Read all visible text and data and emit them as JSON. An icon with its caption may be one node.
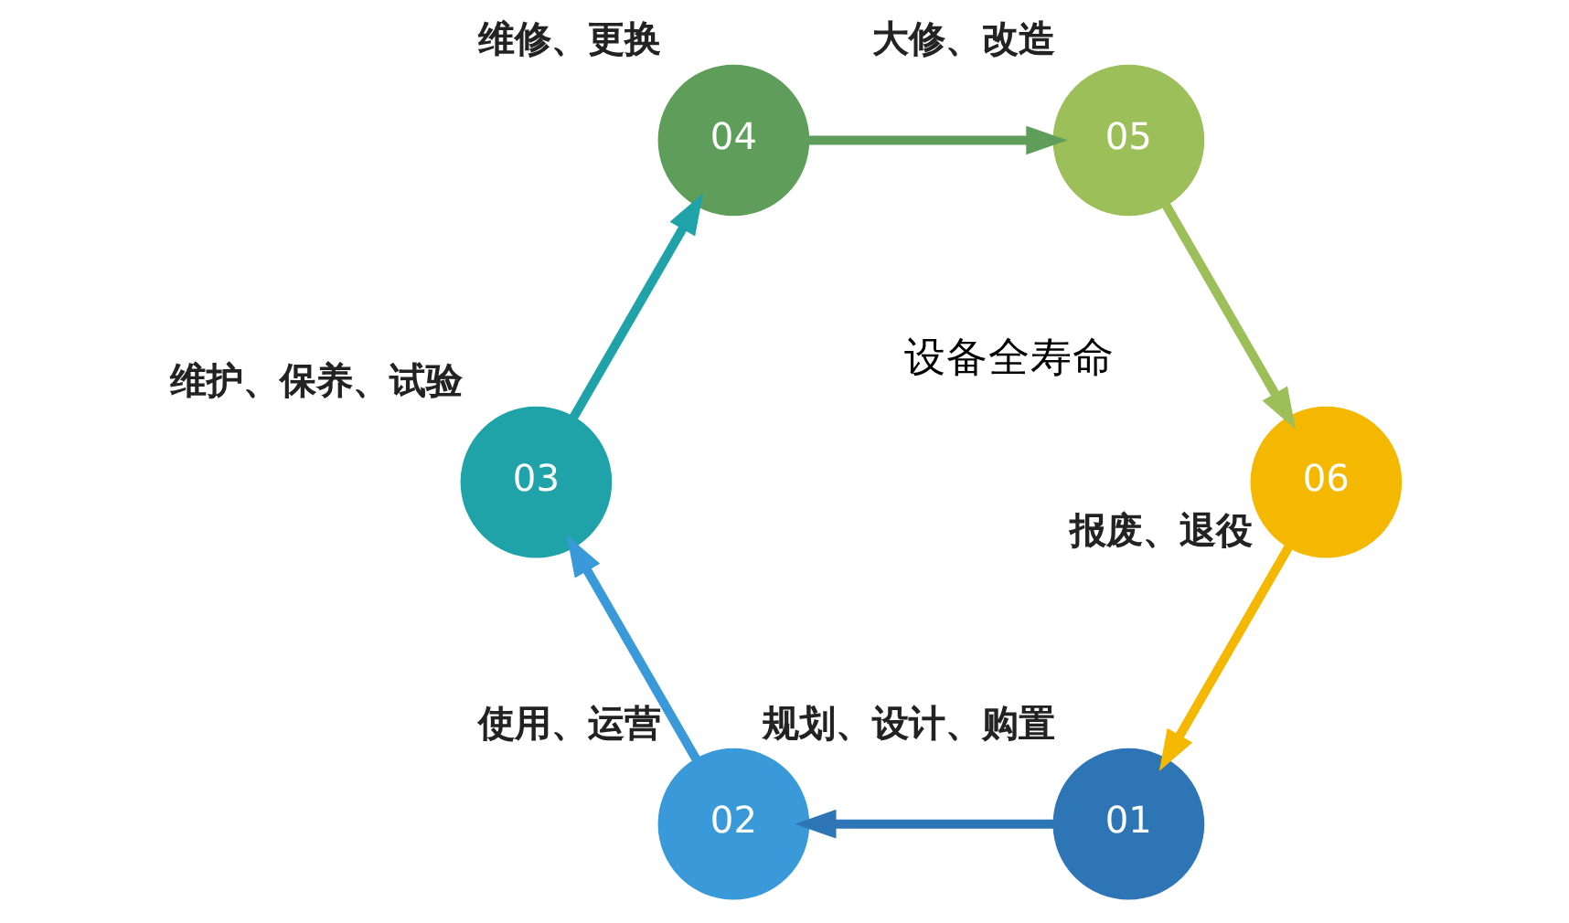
{
  "diagram": {
    "nodes": [
      {
        "text": [
          "01"
        ],
        "beside": [
          "规划、设计、购置"
        ]
      },
      {
        "text": [
          "02"
        ],
        "beside": [
          "使用、运营"
        ]
      },
      {
        "text": [
          "03"
        ],
        "beside": [
          "维护、保养、试验"
        ]
      },
      {
        "text": [
          "04"
        ],
        "beside": [
          "维修、更换"
        ]
      },
      {
        "text": [
          "05"
        ],
        "beside": [
          "大修、改造"
        ]
      },
      {
        "text": [
          "06"
        ],
        "beside": [
          "报废、退役"
        ]
      }
    ],
    "edges": [
      {
        "from": 0,
        "to": 1,
        "arrow": "to",
        "color": "#2e75b6"
      },
      {
        "from": 1,
        "to": 2,
        "arrow": "to",
        "color": "#3a9ad9"
      },
      {
        "from": 2,
        "to": 3,
        "arrow": "to",
        "color": "#1fa3a8"
      },
      {
        "from": 3,
        "to": 4,
        "arrow": "to",
        "color": "#5e9e5a"
      },
      {
        "from": 4,
        "to": 5,
        "arrow": "to",
        "color": "#9cbf5a"
      },
      {
        "from": 5,
        "to": 0,
        "arrow": "to",
        "color": "#f5b800"
      }
    ],
    "labels": [
      "设备全寿命"
    ]
  }
}
